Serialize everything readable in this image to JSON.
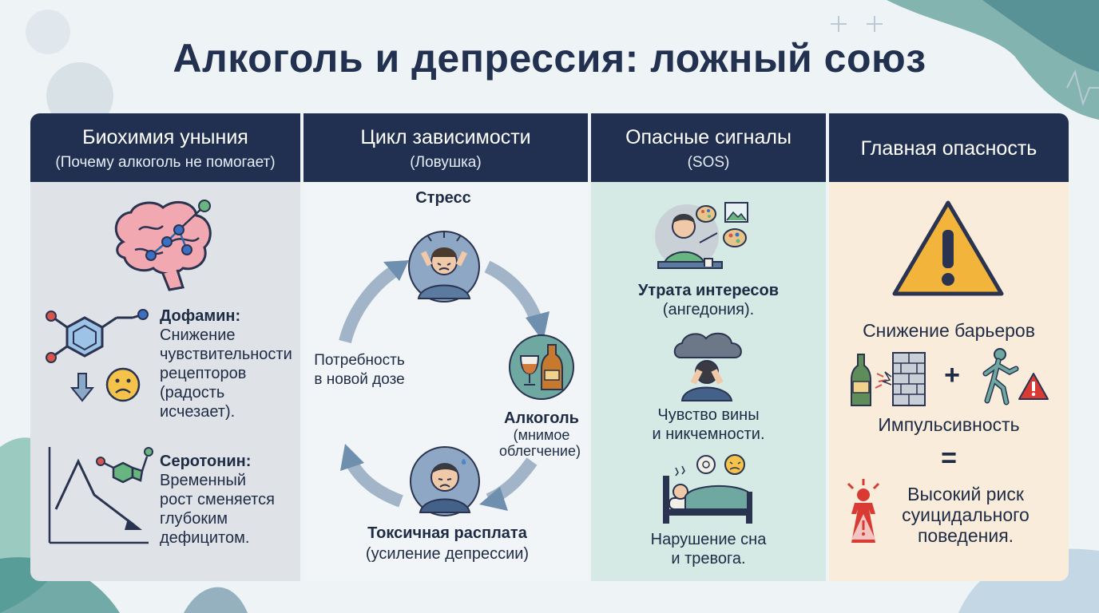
{
  "title": "Алкоголь и депрессия: ложный союз",
  "columns": {
    "biochem": {
      "heading": "Биохимия уныния",
      "subheading": "(Почему алкоголь не помогает)",
      "dopamine_title": "Дофамин:",
      "dopamine_lines": [
        "Снижение",
        "чувствительности",
        "рецепторов",
        "(радость",
        "исчезает)."
      ],
      "serotonin_title": "Серотонин:",
      "serotonin_lines": [
        "Временный",
        "рост сменяется",
        "глубоким",
        "дефицитом."
      ]
    },
    "cycle": {
      "heading": "Цикл зависимости",
      "subheading": "(Ловушка)",
      "stress": "Стресс",
      "alcohol": "Алкоголь",
      "alcohol_note_1": "(мнимое",
      "alcohol_note_2": "облегчение)",
      "toxic": "Токсичная расплата",
      "toxic_note": "(усиление депрессии)",
      "need_1": "Потребность",
      "need_2": "в новой дозе"
    },
    "signals": {
      "heading": "Опасные сигналы",
      "subheading": "(SOS)",
      "anhedonia_1": "Утрата интересов",
      "anhedonia_2": "(ангедония).",
      "guilt_1": "Чувство вины",
      "guilt_2": "и никчемности.",
      "sleep_1": "Нарушение сна",
      "sleep_2": "и тревога."
    },
    "danger": {
      "heading": "Главная опасность",
      "barriers": "Снижение барьеров",
      "plus": "+",
      "impulsivity": "Импульсивность",
      "equals": "=",
      "risk_1": "Высокий риск",
      "risk_2": "суицидального",
      "risk_3": "поведения."
    }
  },
  "colors": {
    "header": "#213050",
    "panel_biochem": "#dfe3e8",
    "panel_cycle": "#f1f5f8",
    "panel_signals": "#d5e9e5",
    "panel_danger": "#f9ecdb",
    "warning": "#f2b43a",
    "danger_red": "#d93a34",
    "arrow": "#6f8fae"
  },
  "icons": [
    "brain-icon",
    "dopamine-molecule-icon",
    "down-arrow-icon",
    "sad-face-icon",
    "serotonin-chart-icon",
    "stress-person-icon",
    "alcohol-bottle-icon",
    "depressed-person-icon",
    "painter-icon",
    "storm-cloud-person-icon",
    "sleepless-bed-icon",
    "warning-triangle-icon",
    "bottle-breaking-wall-icon",
    "walking-person-icon",
    "small-warning-icon",
    "red-alert-person-icon"
  ]
}
